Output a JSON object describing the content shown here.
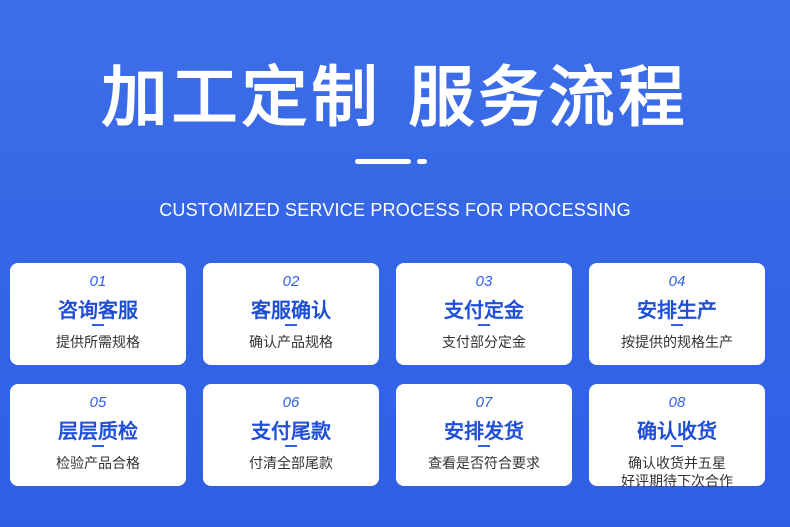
{
  "header": {
    "title": "加工定制 服务流程",
    "subtitle": "CUSTOMIZED SERVICE PROCESS FOR PROCESSING"
  },
  "steps": [
    {
      "num": "01",
      "name": "咨询客服",
      "desc": "提供所需规格"
    },
    {
      "num": "02",
      "name": "客服确认",
      "desc": "确认产品规格"
    },
    {
      "num": "03",
      "name": "支付定金",
      "desc": "支付部分定金"
    },
    {
      "num": "04",
      "name": "安排生产",
      "desc": "按提供的规格生产"
    },
    {
      "num": "05",
      "name": "层层质检",
      "desc": "检验产品合格"
    },
    {
      "num": "06",
      "name": "支付尾款",
      "desc": "付清全部尾款"
    },
    {
      "num": "07",
      "name": "安排发货",
      "desc": "查看是否符合要求"
    },
    {
      "num": "08",
      "name": "确认收货",
      "desc_line1": "确认收货并五星",
      "desc_line2": "好评期待下次合作"
    }
  ],
  "colors": {
    "background": "#3566e6",
    "accent": "#1f4fd6",
    "card": "#ffffff"
  }
}
